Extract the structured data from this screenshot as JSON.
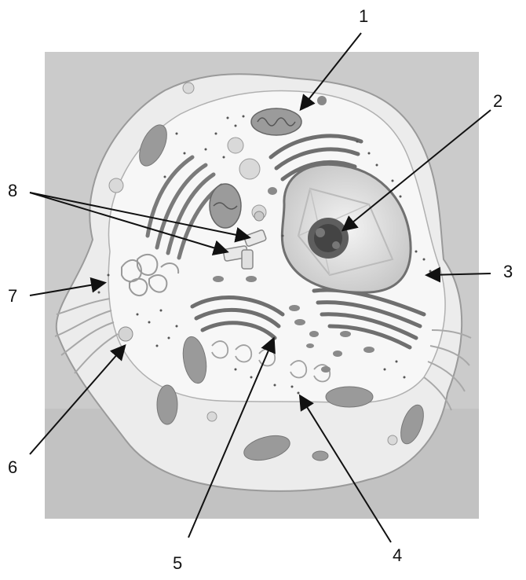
{
  "diagram": {
    "labels": [
      "1",
      "2",
      "3",
      "4",
      "5",
      "6",
      "7",
      "8"
    ]
  },
  "colors": {
    "background_panel": "#c9c9c9",
    "cell_outer": "#ececec",
    "cytoplasm": "#f6f6f6",
    "organelle_fill": "#8f8f8f",
    "organelle_dark": "#555555",
    "line": "#111111"
  }
}
